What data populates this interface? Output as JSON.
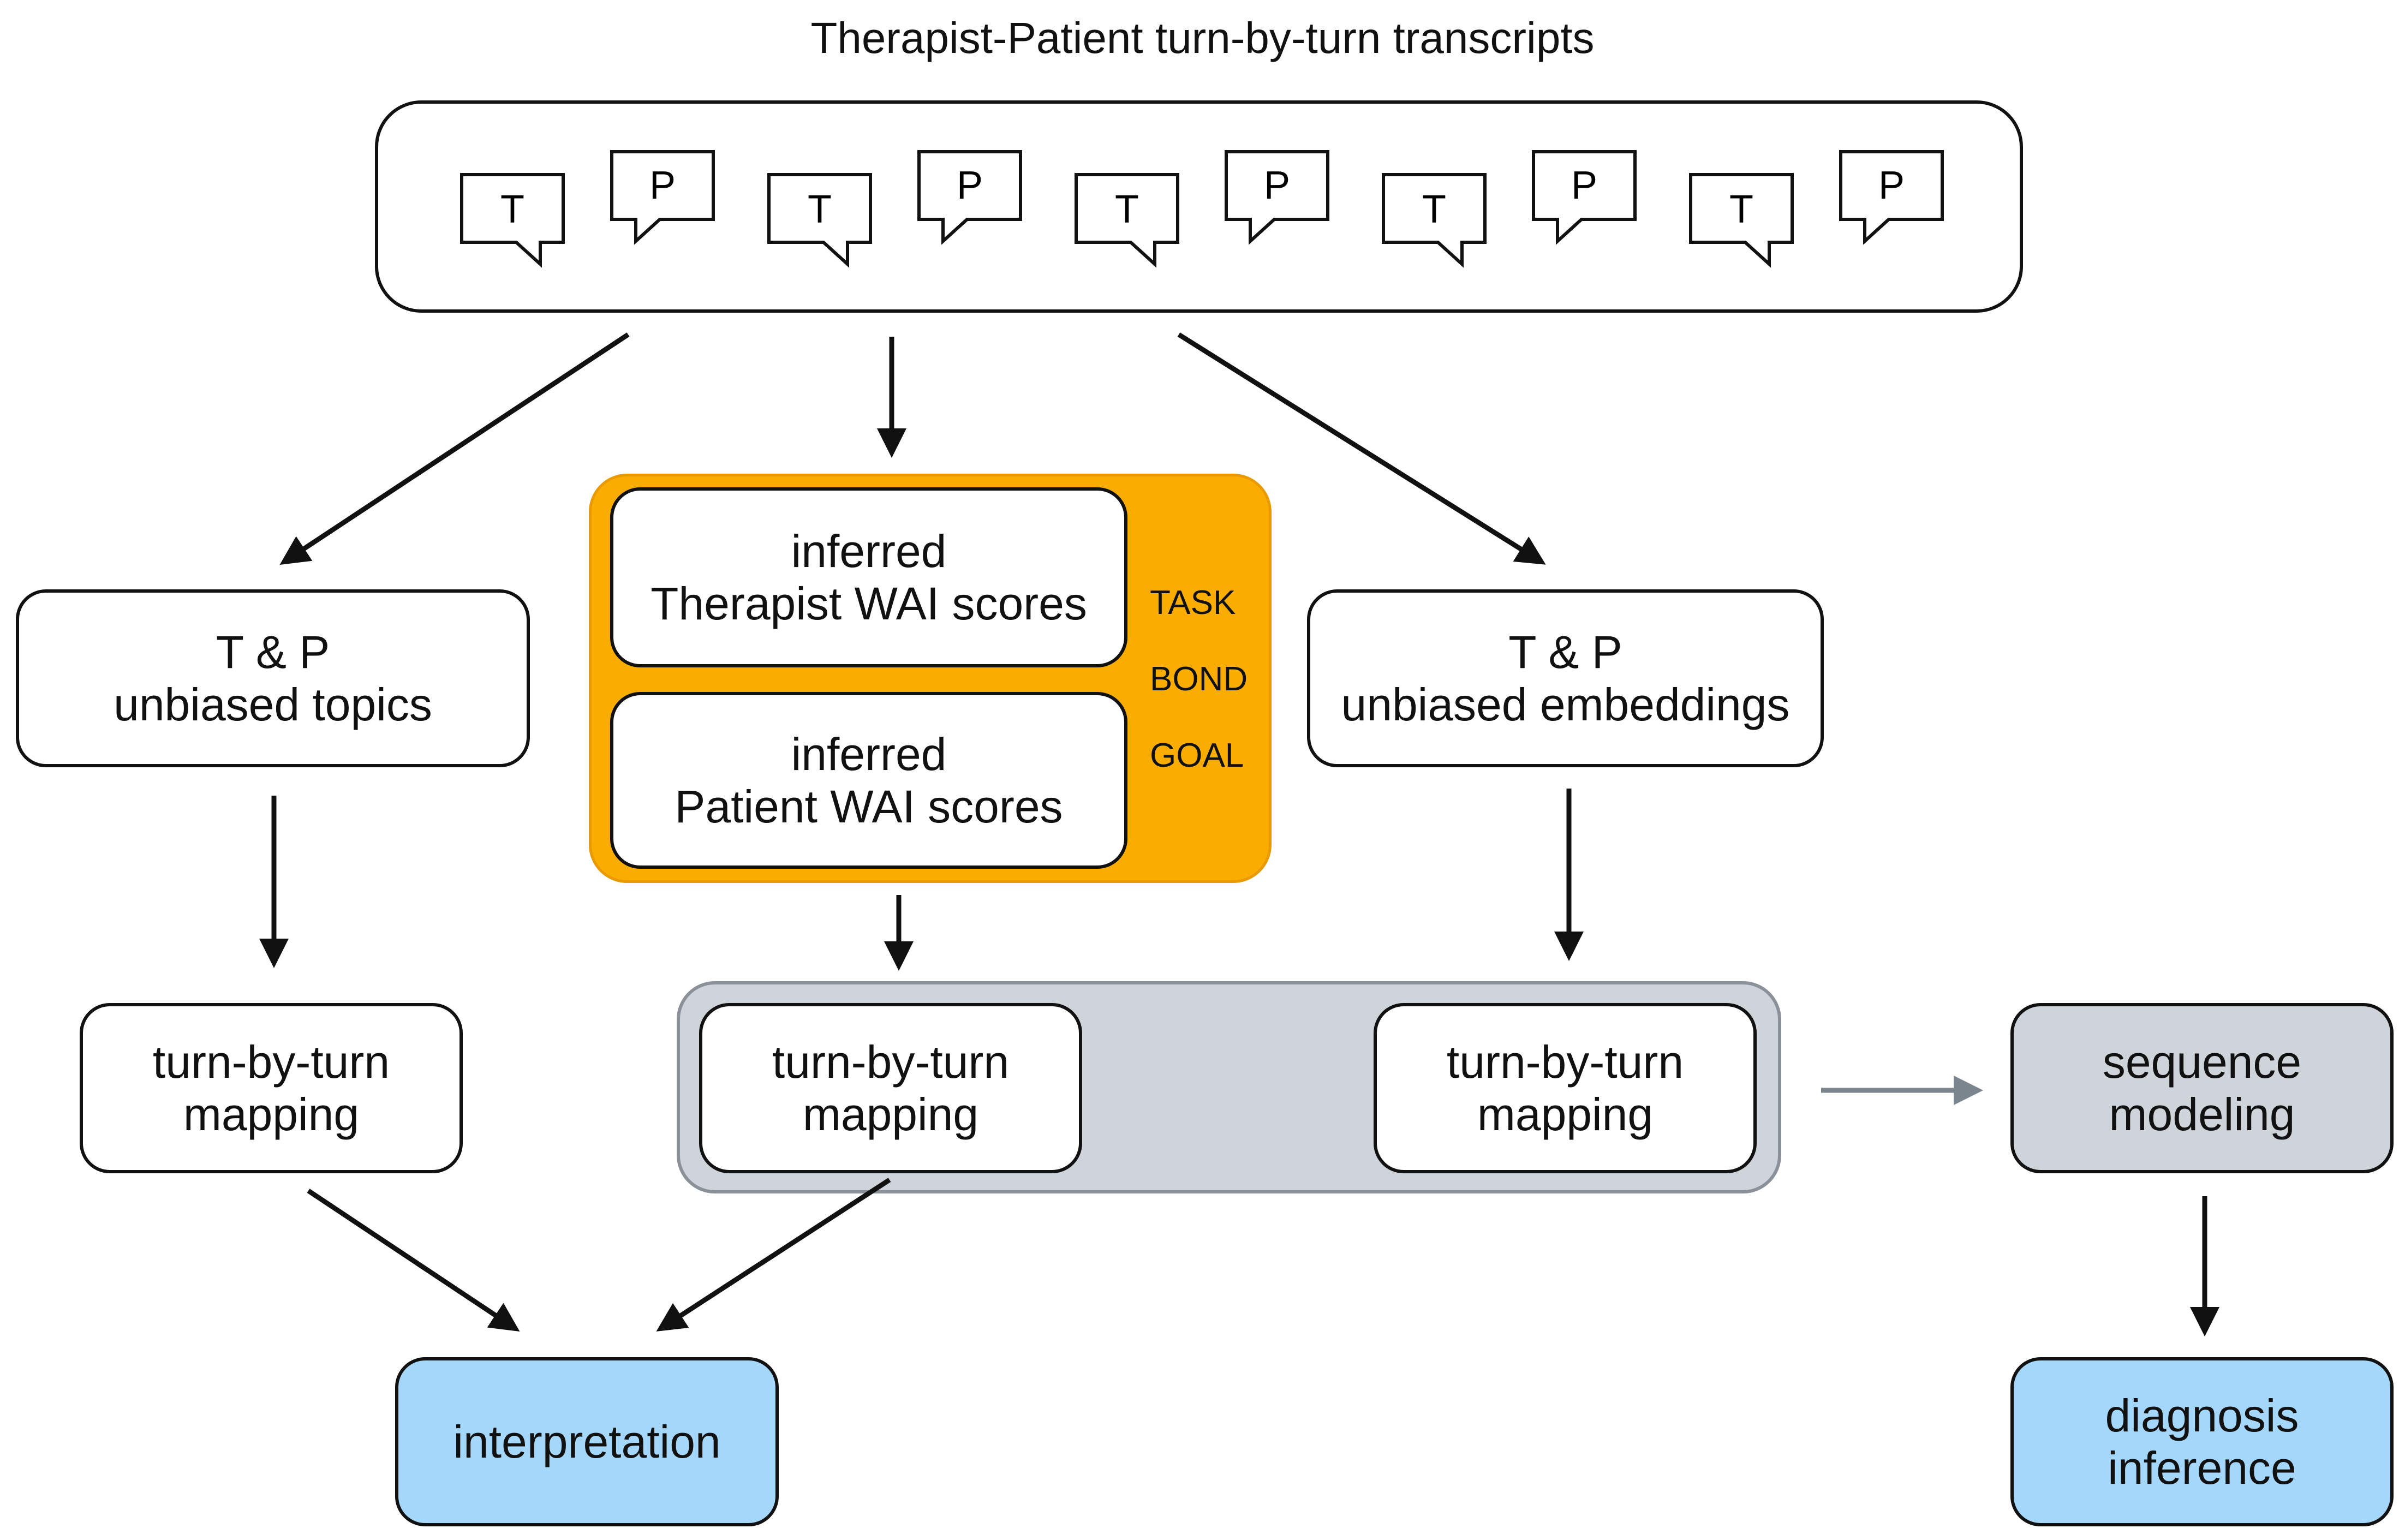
{
  "title": "Therapist-Patient turn-by-turn transcripts",
  "bubbles": [
    "T",
    "P",
    "T",
    "P",
    "T",
    "P",
    "T",
    "P",
    "T",
    "P"
  ],
  "boxes": {
    "topics": "T & P\nunbiased topics",
    "therapist_wai": "inferred\nTherapist WAI scores",
    "patient_wai": "inferred\nPatient WAI scores",
    "embeddings": "T & P\nunbiased embeddings",
    "mapping_left": "turn-by-turn\nmapping",
    "mapping_mid": "turn-by-turn\nmapping",
    "mapping_right": "turn-by-turn\nmapping",
    "sequence": "sequence\nmodeling",
    "interpretation": "interpretation",
    "diagnosis": "diagnosis\ninference"
  },
  "wai_dimensions": [
    "TASK",
    "BOND",
    "GOAL"
  ],
  "colors": {
    "orange_group": "#f8ad00",
    "grey_group": "#cfd4da",
    "output_blue": "#a5d7fb",
    "grey_arrow": "#7b858e"
  }
}
